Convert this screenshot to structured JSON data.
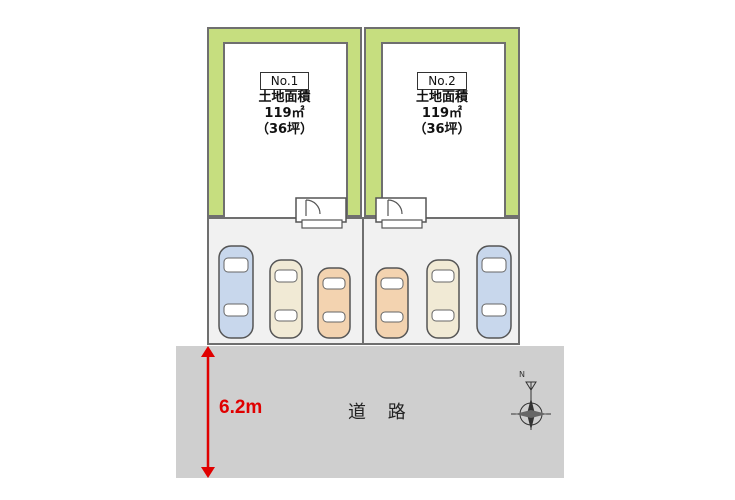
{
  "lots": [
    {
      "no": "No.1",
      "area_label": "土地面積",
      "area": "119㎡",
      "tsubo": "（36坪）"
    },
    {
      "no": "No.2",
      "area_label": "土地面積",
      "area": "119㎡",
      "tsubo": "（36坪）"
    }
  ],
  "road": {
    "label": "道 路",
    "width": "6.2m"
  },
  "compass": {
    "north_label": "N"
  },
  "colors": {
    "garden": "#c6de7f",
    "road": "#cfcfcf",
    "dimension": "#e00000",
    "outline": "#6f6f6f"
  },
  "cars": [
    {
      "lot": "No.1",
      "color": "#c8d7ec"
    },
    {
      "lot": "No.1",
      "color": "#f1ead5"
    },
    {
      "lot": "No.1",
      "color": "#f3d3b0"
    },
    {
      "lot": "No.2",
      "color": "#f3d3b0"
    },
    {
      "lot": "No.2",
      "color": "#f1ead5"
    },
    {
      "lot": "No.2",
      "color": "#c8d7ec"
    }
  ]
}
